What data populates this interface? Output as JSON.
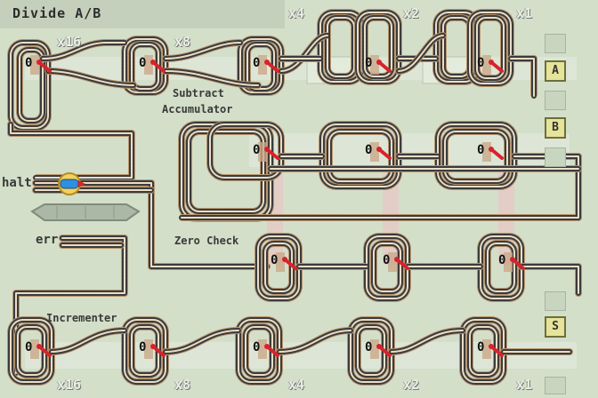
{
  "title": "Divide A/B",
  "labels": {
    "subtract": "Subtract",
    "accumulator": "Accumulator",
    "zero_check": "Zero Check",
    "incrementer": "Incrementer",
    "halt": "halt",
    "err": "err"
  },
  "multipliers_top": [
    "x16",
    "x8",
    "x4",
    "x2",
    "x1"
  ],
  "multipliers_bottom": [
    "x16",
    "x8",
    "x4",
    "x2",
    "x1"
  ],
  "registers": {
    "a": "A",
    "b": "B",
    "s": "S"
  },
  "switch_value": "0",
  "colors": {
    "background": "#d3dfc9",
    "rail": "#3b3b3b",
    "sleeper": "#b8936a",
    "switch": "#d8232a",
    "register_fill": "#e6e39a"
  }
}
